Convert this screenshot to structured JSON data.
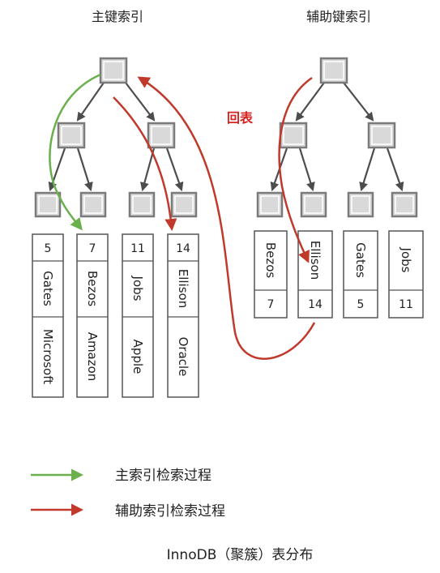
{
  "titles": {
    "primary_index": "主键索引",
    "secondary_index": "辅助键索引"
  },
  "back_to_table_label": "回表",
  "primary_leaves": [
    {
      "id": "5",
      "name": "Gates",
      "company": "Microsoft"
    },
    {
      "id": "7",
      "name": "Bezos",
      "company": "Amazon"
    },
    {
      "id": "11",
      "name": "Jobs",
      "company": "Apple"
    },
    {
      "id": "14",
      "name": "Ellison",
      "company": "Oracle"
    }
  ],
  "secondary_leaves": [
    {
      "name": "Bezos",
      "id": "7"
    },
    {
      "name": "Ellison",
      "id": "14"
    },
    {
      "name": "Gates",
      "id": "5"
    },
    {
      "name": "Jobs",
      "id": "11"
    }
  ],
  "legend": {
    "primary_search": {
      "label": "主索引检索过程",
      "color": "#6ab04c"
    },
    "secondary_search": {
      "label": "辅助索引检索过程",
      "color": "#c0392b"
    }
  },
  "caption": "InnoDB（聚簇）表分布",
  "colors": {
    "green_arrow": "#6ab04c",
    "red_arrow": "#c0392b",
    "back_label": "#d6231f"
  }
}
